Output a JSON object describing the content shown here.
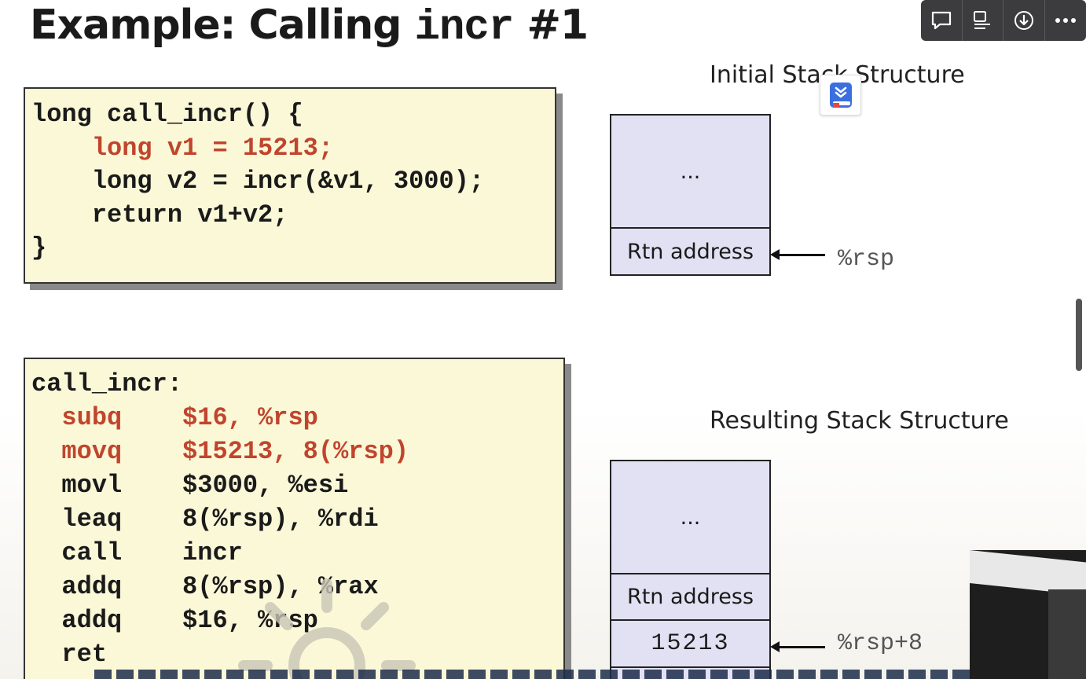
{
  "slide": {
    "title_prefix": "Example: Calling ",
    "title_code": "incr",
    "title_suffix": " #1"
  },
  "c_code": {
    "lines": [
      {
        "text": "long call_incr() {",
        "highlight": false
      },
      {
        "text": "    long v1 = 15213;",
        "highlight": true
      },
      {
        "text": "    long v2 = incr(&v1, 3000);",
        "highlight": false
      },
      {
        "text": "    return v1+v2;",
        "highlight": false
      },
      {
        "text": "}",
        "highlight": false
      }
    ]
  },
  "asm_code": {
    "lines": [
      {
        "text": "call_incr:",
        "highlight": false
      },
      {
        "text": "  subq    $16, %rsp",
        "highlight": true
      },
      {
        "text": "  movq    $15213, 8(%rsp)",
        "highlight": true
      },
      {
        "text": "  movl    $3000, %esi",
        "highlight": false
      },
      {
        "text": "  leaq    8(%rsp), %rdi",
        "highlight": false
      },
      {
        "text": "  call    incr",
        "highlight": false
      },
      {
        "text": "  addq    8(%rsp), %rax",
        "highlight": false
      },
      {
        "text": "  addq    $16, %rsp",
        "highlight": false
      },
      {
        "text": "  ret",
        "highlight": false
      }
    ]
  },
  "initial_stack": {
    "heading": "Initial Stack Structure",
    "cells": [
      "...",
      "Rtn address"
    ],
    "pointer_label": "%rsp"
  },
  "resulting_stack": {
    "heading": "Resulting Stack Structure",
    "cells": [
      "...",
      "Rtn address",
      "15213"
    ],
    "pointer_label": "%rsp+8"
  },
  "toolbar": {
    "buttons": [
      {
        "name": "comment-icon"
      },
      {
        "name": "screen-icon"
      },
      {
        "name": "download-icon"
      },
      {
        "name": "more-icon"
      }
    ]
  },
  "colors": {
    "code_bg": "#fbf8d8",
    "highlight": "#c0452d",
    "stack_cell": "#e2e1f3",
    "toolbar_bg": "#3c3c3e"
  }
}
